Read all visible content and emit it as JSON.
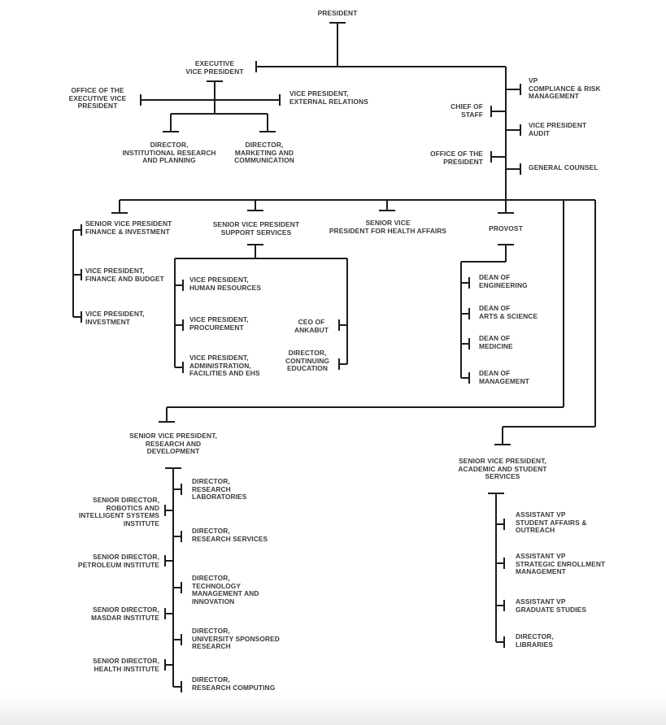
{
  "org_chart": {
    "colors": {
      "line": "#1c1c1c",
      "text": "#3a3a3a",
      "background": "#ffffff"
    },
    "president": "PRESIDENT",
    "executive_branch": {
      "executive_vp": "EXECUTIVE\nVICE PRESIDENT",
      "office_of_evp": "OFFICE OF THE\nEXECUTIVE VICE\nPRESIDENT",
      "vp_external_relations": "VICE PRESIDENT,\nEXTERNAL RELATIONS",
      "dir_institutional_research": "DIRECTOR,\nINSTITUTIONAL RESEARCH\nAND PLANNING",
      "dir_marketing_communication": "DIRECTOR,\nMARKETING AND\nCOMMUNICATION"
    },
    "presidents_office": {
      "vp_compliance_risk": "VP\nCOMPLIANCE & RISK\nMANAGEMENT",
      "chief_of_staff": "CHIEF OF\nSTAFF",
      "vp_audit": "VICE PRESIDENT\nAUDIT",
      "office_of_president": "OFFICE OF THE\nPRESIDENT",
      "general_counsel": "GENERAL COUNSEL"
    },
    "finance": {
      "svp_finance_investment": "SENIOR VICE PRESIDENT\nFINANCE & INVESTMENT",
      "vp_finance_budget": "VICE PRESIDENT,\nFINANCE AND BUDGET",
      "vp_investment": "VICE PRESIDENT,\nINVESTMENT"
    },
    "support_services": {
      "svp_support_services": "SENIOR VICE PRESIDENT\nSUPPORT SERVICES",
      "vp_human_resources": "VICE PRESIDENT,\nHUMAN RESOURCES",
      "vp_procurement": "VICE PRESIDENT,\nPROCUREMENT",
      "vp_administration": "VICE PRESIDENT,\nADMINISTRATION,\nFACILITIES AND EHS",
      "ceo_ankabut": "CEO OF\nANKABUT",
      "dir_continuing_education": "DIRECTOR,\nCONTINUING\nEDUCATION"
    },
    "health_affairs": {
      "svp_health_affairs": "SENIOR VICE\nPRESIDENT FOR HEALTH AFFAIRS"
    },
    "provost_office": {
      "provost": "PROVOST",
      "dean_engineering": "DEAN OF\nENGINEERING",
      "dean_arts_science": "DEAN OF\nARTS & SCIENCE",
      "dean_medicine": "DEAN OF\nMEDICINE",
      "dean_management": "DEAN OF\nMANAGEMENT"
    },
    "research": {
      "svp_research_development": "SENIOR VICE PRESIDENT,\nRESEARCH AND\nDEVELOPMENT",
      "dir_research_laboratories": "DIRECTOR,\nRESEARCH\nLABORATORIES",
      "sd_robotics_institute": "SENIOR DIRECTOR,\nROBOTICS AND\nINTELLIGENT SYSTEMS\nINSTITUTE",
      "dir_research_services": "DIRECTOR,\nRESEARCH SERVICES",
      "sd_petroleum_institute": "SENIOR DIRECTOR,\nPETROLEUM INSTITUTE",
      "dir_technology_management": "DIRECTOR,\nTECHNOLOGY\nMANAGEMENT AND\nINNOVATION",
      "sd_masdar_institute": "SENIOR DIRECTOR,\nMASDAR INSTITUTE",
      "dir_university_sponsored_research": "DIRECTOR,\nUNIVERSITY SPONSORED\nRESEARCH",
      "sd_health_institute": "SENIOR DIRECTOR,\nHEALTH INSTITUTE",
      "dir_research_computing": "DIRECTOR,\nRESEARCH COMPUTING"
    },
    "academic_student_services": {
      "svp_academic_student": "SENIOR VICE PRESIDENT,\nACADEMIC AND STUDENT\nSERVICES",
      "avp_student_affairs": "ASSISTANT VP\nSTUDENT AFFAIRS &\nOUTREACH",
      "avp_strategic_enrollment": "ASSISTANT VP\nSTRATEGIC ENROLLMENT\nMANAGEMENT",
      "avp_graduate_studies": "ASSISTANT VP\nGRADUATE STUDIES",
      "dir_libraries": "DIRECTOR,\nLIBRARIES"
    }
  }
}
